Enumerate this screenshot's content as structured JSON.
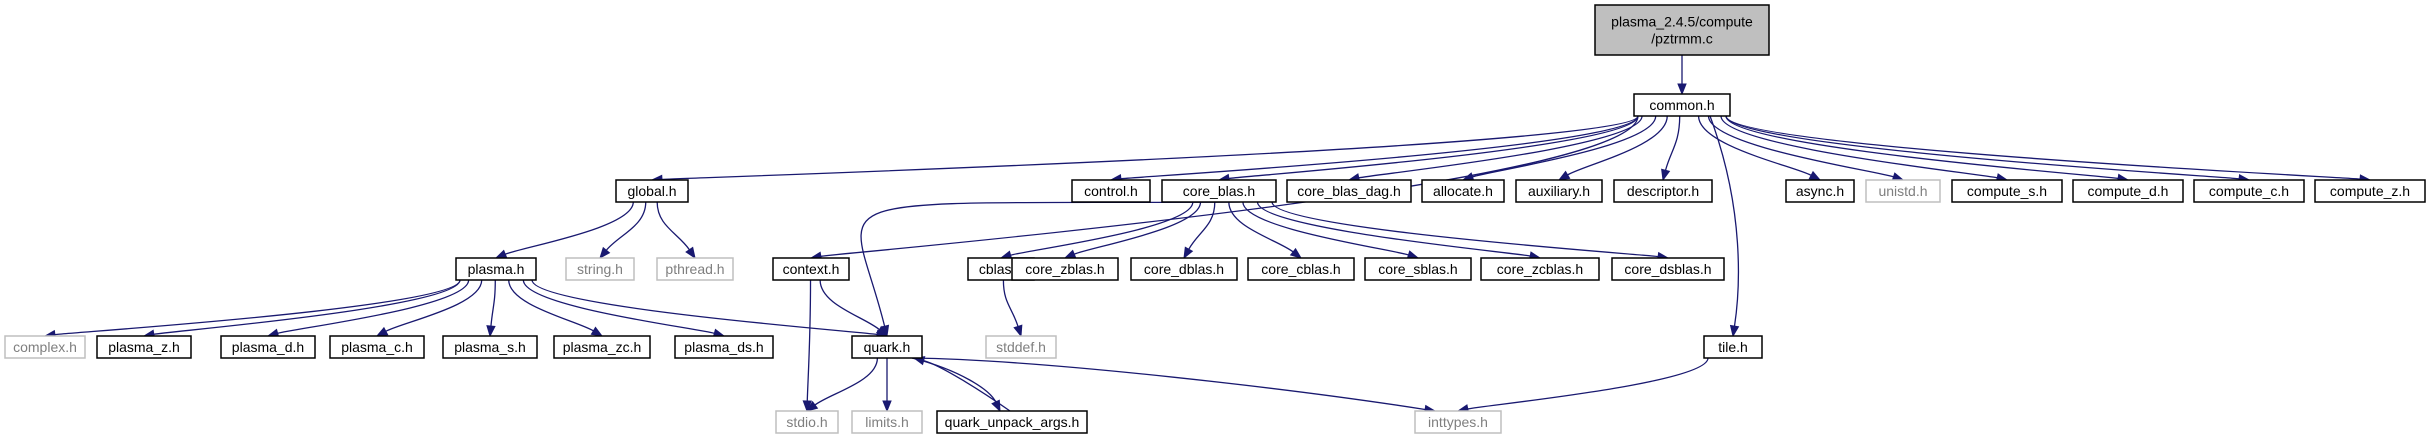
{
  "diagram": {
    "nodes": [
      {
        "id": "root",
        "lines": [
          "plasma_2.4.5/compute",
          "/pztrmm.c"
        ],
        "kind": "root"
      },
      {
        "id": "common",
        "lines": [
          "common.h"
        ],
        "kind": "normal"
      },
      {
        "id": "global",
        "lines": [
          "global.h"
        ],
        "kind": "normal"
      },
      {
        "id": "context",
        "lines": [
          "context.h"
        ],
        "kind": "normal"
      },
      {
        "id": "control",
        "lines": [
          "control.h"
        ],
        "kind": "normal"
      },
      {
        "id": "core_blas",
        "lines": [
          "core_blas.h"
        ],
        "kind": "normal"
      },
      {
        "id": "core_blas_dag",
        "lines": [
          "core_blas_dag.h"
        ],
        "kind": "normal"
      },
      {
        "id": "allocate",
        "lines": [
          "allocate.h"
        ],
        "kind": "normal"
      },
      {
        "id": "auxiliary",
        "lines": [
          "auxiliary.h"
        ],
        "kind": "normal"
      },
      {
        "id": "descriptor",
        "lines": [
          "descriptor.h"
        ],
        "kind": "normal"
      },
      {
        "id": "async",
        "lines": [
          "async.h"
        ],
        "kind": "normal"
      },
      {
        "id": "unistd",
        "lines": [
          "unistd.h"
        ],
        "kind": "external"
      },
      {
        "id": "compute_s",
        "lines": [
          "compute_s.h"
        ],
        "kind": "normal"
      },
      {
        "id": "compute_d",
        "lines": [
          "compute_d.h"
        ],
        "kind": "normal"
      },
      {
        "id": "compute_c",
        "lines": [
          "compute_c.h"
        ],
        "kind": "normal"
      },
      {
        "id": "compute_z",
        "lines": [
          "compute_z.h"
        ],
        "kind": "normal"
      },
      {
        "id": "plasma",
        "lines": [
          "plasma.h"
        ],
        "kind": "normal"
      },
      {
        "id": "string",
        "lines": [
          "string.h"
        ],
        "kind": "external"
      },
      {
        "id": "pthread",
        "lines": [
          "pthread.h"
        ],
        "kind": "external"
      },
      {
        "id": "complex",
        "lines": [
          "complex.h"
        ],
        "kind": "external"
      },
      {
        "id": "plasma_z",
        "lines": [
          "plasma_z.h"
        ],
        "kind": "normal"
      },
      {
        "id": "plasma_d",
        "lines": [
          "plasma_d.h"
        ],
        "kind": "normal"
      },
      {
        "id": "plasma_c",
        "lines": [
          "plasma_c.h"
        ],
        "kind": "normal"
      },
      {
        "id": "plasma_s",
        "lines": [
          "plasma_s.h"
        ],
        "kind": "normal"
      },
      {
        "id": "plasma_zc",
        "lines": [
          "plasma_zc.h"
        ],
        "kind": "normal"
      },
      {
        "id": "plasma_ds",
        "lines": [
          "plasma_ds.h"
        ],
        "kind": "normal"
      },
      {
        "id": "quark",
        "lines": [
          "quark.h"
        ],
        "kind": "normal"
      },
      {
        "id": "stdio",
        "lines": [
          "stdio.h"
        ],
        "kind": "external"
      },
      {
        "id": "limits",
        "lines": [
          "limits.h"
        ],
        "kind": "external"
      },
      {
        "id": "quark_unpack",
        "lines": [
          "quark_unpack_args.h"
        ],
        "kind": "normal"
      },
      {
        "id": "inttypes",
        "lines": [
          "inttypes.h"
        ],
        "kind": "external"
      },
      {
        "id": "cblas",
        "lines": [
          "cblas.h"
        ],
        "kind": "normal"
      },
      {
        "id": "stddef",
        "lines": [
          "stddef.h"
        ],
        "kind": "external"
      },
      {
        "id": "core_zblas",
        "lines": [
          "core_zblas.h"
        ],
        "kind": "normal"
      },
      {
        "id": "core_dblas",
        "lines": [
          "core_dblas.h"
        ],
        "kind": "normal"
      },
      {
        "id": "core_cblas",
        "lines": [
          "core_cblas.h"
        ],
        "kind": "normal"
      },
      {
        "id": "core_sblas",
        "lines": [
          "core_sblas.h"
        ],
        "kind": "normal"
      },
      {
        "id": "core_zcblas",
        "lines": [
          "core_zcblas.h"
        ],
        "kind": "normal"
      },
      {
        "id": "core_dsblas",
        "lines": [
          "core_dsblas.h"
        ],
        "kind": "normal"
      },
      {
        "id": "tile",
        "lines": [
          "tile.h"
        ],
        "kind": "normal"
      }
    ],
    "edges": [
      {
        "from": "root",
        "to": "common"
      },
      {
        "from": "common",
        "to": "global"
      },
      {
        "from": "common",
        "to": "context"
      },
      {
        "from": "common",
        "to": "control"
      },
      {
        "from": "common",
        "to": "core_blas"
      },
      {
        "from": "common",
        "to": "core_blas_dag"
      },
      {
        "from": "common",
        "to": "allocate"
      },
      {
        "from": "common",
        "to": "auxiliary"
      },
      {
        "from": "common",
        "to": "descriptor"
      },
      {
        "from": "common",
        "to": "tile"
      },
      {
        "from": "common",
        "to": "async"
      },
      {
        "from": "common",
        "to": "unistd"
      },
      {
        "from": "common",
        "to": "compute_s"
      },
      {
        "from": "common",
        "to": "compute_d"
      },
      {
        "from": "common",
        "to": "compute_c"
      },
      {
        "from": "common",
        "to": "compute_z"
      },
      {
        "from": "global",
        "to": "plasma"
      },
      {
        "from": "global",
        "to": "string"
      },
      {
        "from": "global",
        "to": "pthread"
      },
      {
        "from": "plasma",
        "to": "complex"
      },
      {
        "from": "plasma",
        "to": "plasma_z"
      },
      {
        "from": "plasma",
        "to": "plasma_d"
      },
      {
        "from": "plasma",
        "to": "plasma_c"
      },
      {
        "from": "plasma",
        "to": "plasma_s"
      },
      {
        "from": "plasma",
        "to": "plasma_zc"
      },
      {
        "from": "plasma",
        "to": "plasma_ds"
      },
      {
        "from": "plasma",
        "to": "quark"
      },
      {
        "from": "context",
        "to": "stdio"
      },
      {
        "from": "context",
        "to": "quark"
      },
      {
        "from": "core_blas",
        "to": "quark"
      },
      {
        "from": "core_blas",
        "to": "cblas"
      },
      {
        "from": "core_blas",
        "to": "core_zblas"
      },
      {
        "from": "core_blas",
        "to": "core_dblas"
      },
      {
        "from": "core_blas",
        "to": "core_cblas"
      },
      {
        "from": "core_blas",
        "to": "core_sblas"
      },
      {
        "from": "core_blas",
        "to": "core_zcblas"
      },
      {
        "from": "core_blas",
        "to": "core_dsblas"
      },
      {
        "from": "cblas",
        "to": "stddef"
      },
      {
        "from": "quark",
        "to": "stdio"
      },
      {
        "from": "quark",
        "to": "limits"
      },
      {
        "from": "quark",
        "to": "quark_unpack"
      },
      {
        "from": "quark",
        "to": "inttypes"
      },
      {
        "from": "quark_unpack",
        "to": "quark"
      },
      {
        "from": "tile",
        "to": "inttypes"
      }
    ]
  }
}
